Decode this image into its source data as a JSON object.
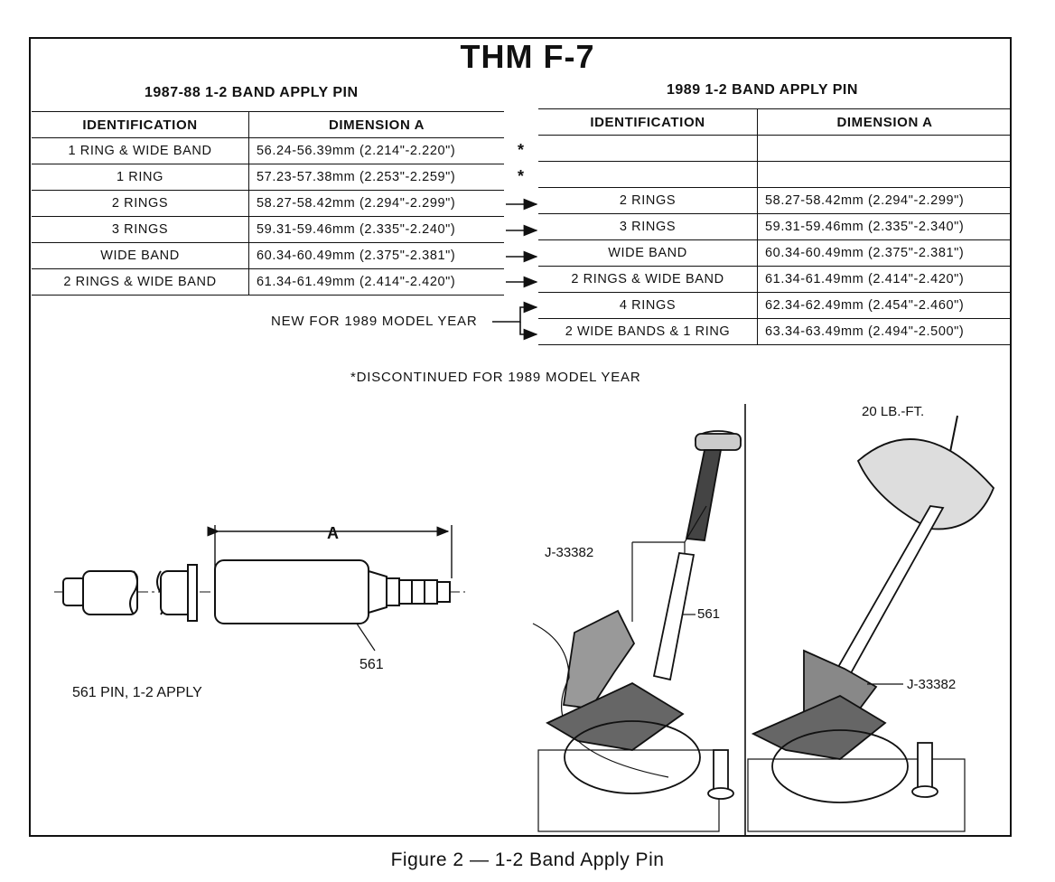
{
  "title": "THM F-7",
  "left_section": {
    "heading": "1987-88 1-2 BAND APPLY PIN",
    "col1": "IDENTIFICATION",
    "col2": "DIMENSION A",
    "rows": [
      {
        "id": "1 RING & WIDE BAND",
        "dim": "56.24-56.39mm (2.214\"-2.220\")",
        "mark": "*"
      },
      {
        "id": "1 RING",
        "dim": "57.23-57.38mm (2.253\"-2.259\")",
        "mark": "*"
      },
      {
        "id": "2 RINGS",
        "dim": "58.27-58.42mm (2.294\"-2.299\")",
        "mark": ""
      },
      {
        "id": "3 RINGS",
        "dim": "59.31-59.46mm (2.335\"-2.240\")",
        "mark": ""
      },
      {
        "id": "WIDE BAND",
        "dim": "60.34-60.49mm (2.375\"-2.381\")",
        "mark": ""
      },
      {
        "id": "2 RINGS & WIDE BAND",
        "dim": "61.34-61.49mm (2.414\"-2.420\")",
        "mark": ""
      }
    ]
  },
  "right_section": {
    "heading": "1989 1-2 BAND APPLY PIN",
    "col1": "IDENTIFICATION",
    "col2": "DIMENSION A",
    "rows": [
      {
        "id": "",
        "dim": ""
      },
      {
        "id": "",
        "dim": ""
      },
      {
        "id": "2 RINGS",
        "dim": "58.27-58.42mm (2.294\"-2.299\")"
      },
      {
        "id": "3 RINGS",
        "dim": "59.31-59.46mm (2.335\"-2.340\")"
      },
      {
        "id": "WIDE BAND",
        "dim": "60.34-60.49mm (2.375\"-2.381\")"
      },
      {
        "id": "2 RINGS & WIDE BAND",
        "dim": "61.34-61.49mm (2.414\"-2.420\")"
      },
      {
        "id": "4 RINGS",
        "dim": "62.34-62.49mm (2.454\"-2.460\")"
      },
      {
        "id": "2 WIDE BANDS & 1 RING",
        "dim": "63.34-63.49mm (2.494\"-2.500\")"
      }
    ]
  },
  "new_note": "NEW FOR 1989 MODEL YEAR",
  "discontinued_note": "*DISCONTINUED FOR 1989 MODEL YEAR",
  "diagram": {
    "dimension_label": "A",
    "pin_part": "561",
    "pin_caption": "561 PIN, 1-2 APPLY",
    "tool_label": "J-33382",
    "tool_part": "561",
    "torque_label": "20 LB.-FT.",
    "tool_label_2": "J-33382"
  },
  "caption": "Figure 2 — 1-2 Band Apply Pin"
}
